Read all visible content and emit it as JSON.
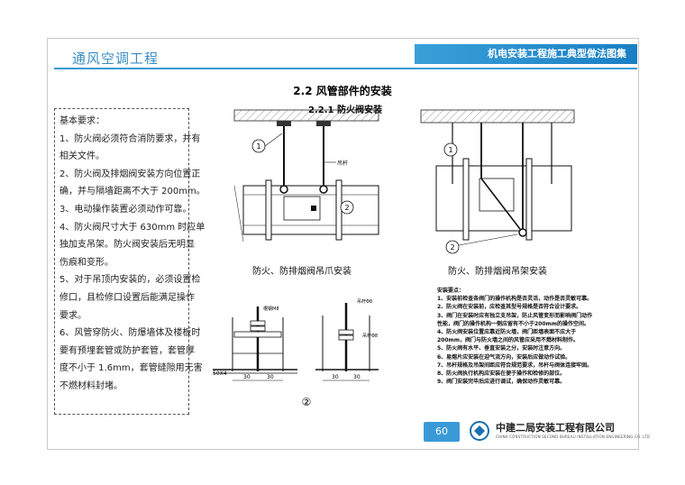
{
  "header": {
    "section_name": "通风空调工程",
    "book_title": "机电安装工程施工典型做法图集"
  },
  "section_title": "2.2 风管部件的安装",
  "subsection_title": "2.2.1 防火阀安装",
  "requirements": [
    "基本要求：",
    "1、防火阀必须符合消防要求，并有",
    "相关文件。",
    "2、防火阀及排烟阀安装方向位置正",
    "确，并与隔墙距离不大于 200mm。",
    "3、电动操作装置必须动作可靠。",
    "4、防火阀尺寸大于 630mm 时应单",
    "独加支吊架。防火阀安装后无明显",
    "伤痕和变形。",
    "5、对于吊顶内安装的，必须设置检",
    "修口，且检修口设置后能满足操作",
    "要求。",
    "6、风管穿防火、防爆墙体及楼板时",
    "要有预埋套管或防护套管，套管厚",
    "度不小于 1.6mm，套管缝隙用无害",
    "不燃材料封堵。"
  ],
  "figures": {
    "left_caption": "防火、防排烟阀吊爪安装",
    "right_caption": "防火、防排烟阀吊架安装",
    "callout_1": "1",
    "callout_2": "2",
    "callout_2_circled": "②",
    "label_bolt": "吊杆",
    "label_rod_a": "吊杆Φ8",
    "label_rod_b": "槽钢M8",
    "label_nut": "吊杆Φ8",
    "label_angle": "50X4",
    "dim_a": "30",
    "dim_b": "30",
    "dim_c": "30",
    "dim_d": "30"
  },
  "notes": [
    "安装要点：",
    "1、安装前检查各阀门的操作机构是否灵活，动作是否灵敏可靠。",
    "2、防火阀在安装前，应检查其型号规格是否符合设计要求。",
    "3、阀门在安装时应有独立支吊架，防止风管变形而影响阀门动作",
    "性能，阀门的操作机构一侧应留有不小于200mm的操作空间。",
    "4、防火阀安装位置应靠近防火墙，阀门距墙表面不应大于",
    "200mm，阀门与防火墙之间的风管应采用不燃材料制作。",
    "5、防火阀有水平、垂直安装之分，安装时注意方向。",
    "6、易熔片应安装在迎气流方向，安装后应做动作试验。",
    "7、吊杆规格及吊架间距应符合规范要求，吊杆与阀体连接牢固。",
    "8、防火阀执行机构应安装在便于操作和检修的部位。",
    "9、阀门安装完毕后应进行调试，确保动作灵敏可靠。"
  ],
  "footer": {
    "page_number": "60",
    "company": "中建二局安装工程有限公司",
    "company_en": "CHINA CONSTRUCTION SECOND BUREAU INSTALLATION ENGINEERING CO. LTD"
  }
}
